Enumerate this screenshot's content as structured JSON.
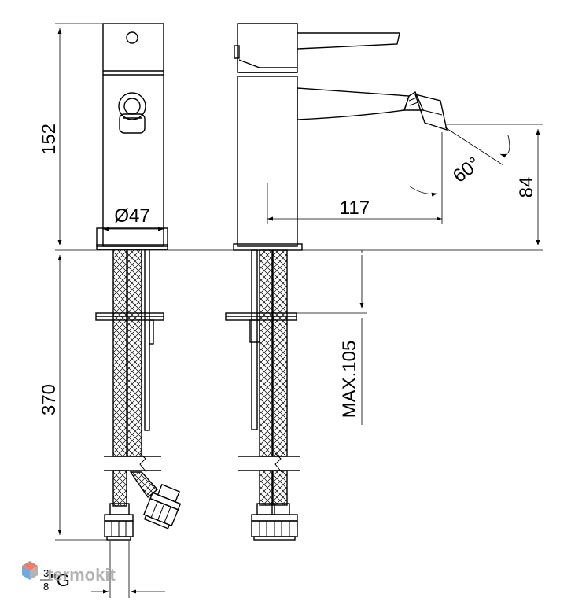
{
  "dimensions": {
    "height_body": "152",
    "height_hoses": "370",
    "diameter": "Ø47",
    "spout_reach": "117",
    "spout_height": "84",
    "spray_angle": "60°",
    "max_thickness": "MAX.105"
  },
  "thread": {
    "numerator": "3",
    "denominator": "8",
    "suffix": "\"G"
  },
  "watermark": {
    "text": "termokit",
    "colors": [
      "#e8533f",
      "#3f8fd8",
      "#9a9a9a"
    ]
  }
}
